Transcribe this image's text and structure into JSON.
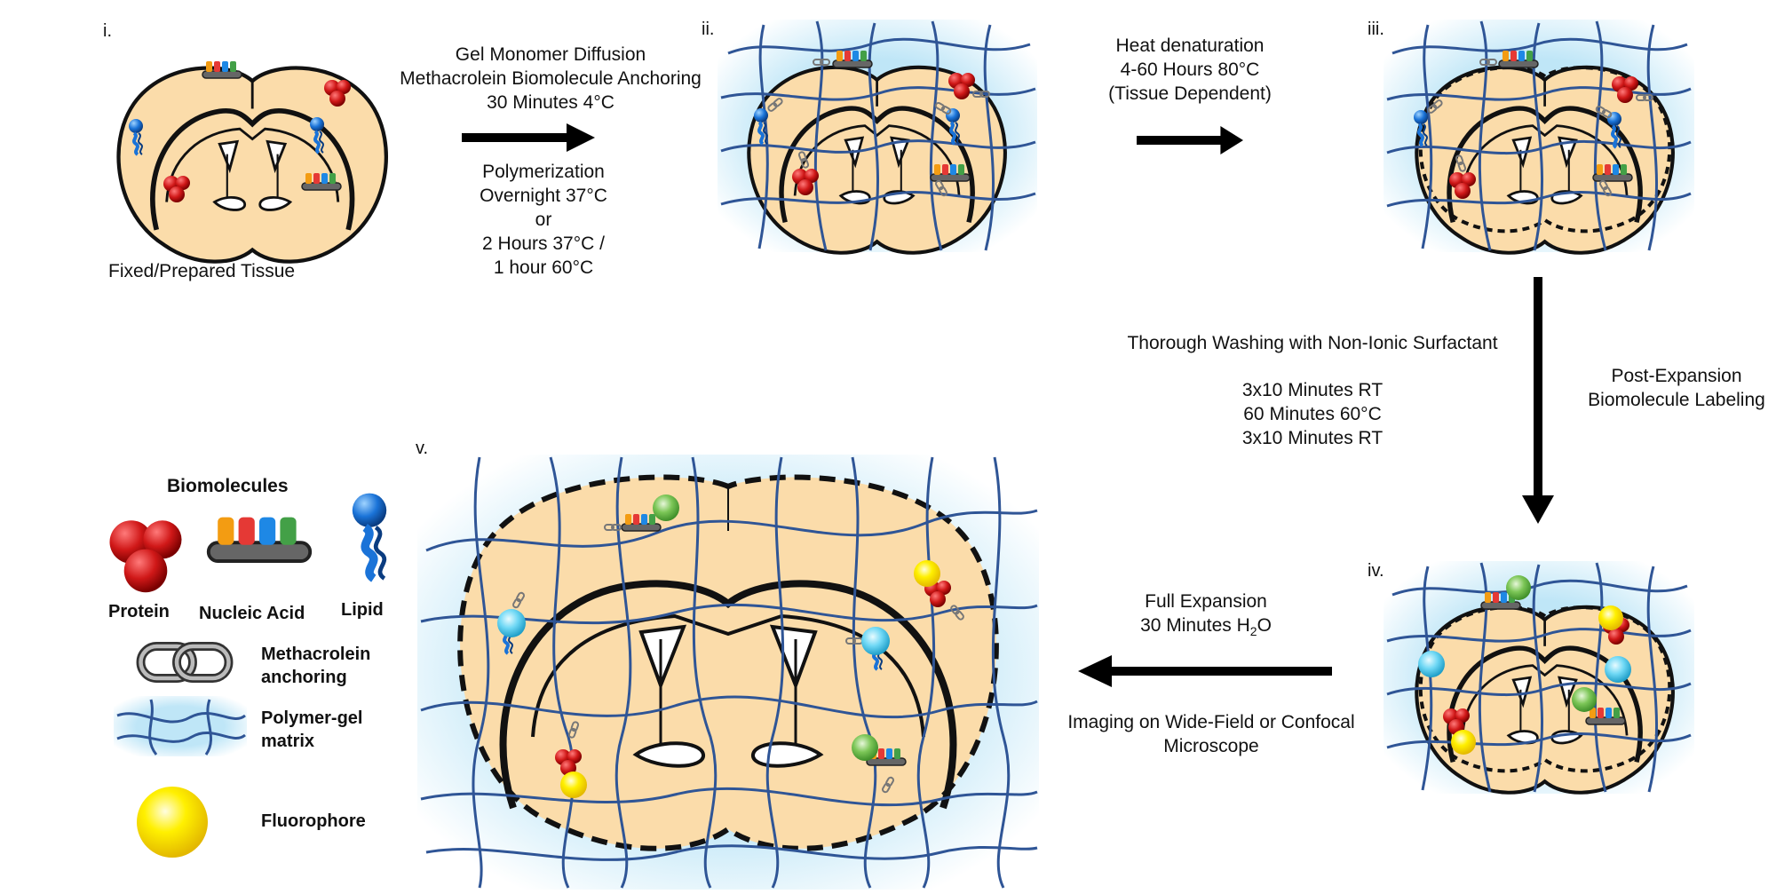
{
  "panels": {
    "i": "i.",
    "ii": "ii.",
    "iii": "iii.",
    "iv": "iv.",
    "v": "v."
  },
  "panel_i_caption": "Fixed/Prepared Tissue",
  "step1": {
    "top": [
      "Gel Monomer Diffusion",
      "Methacrolein Biomolecule Anchoring",
      "30 Minutes 4°C"
    ],
    "bottom": [
      "Polymerization",
      "Overnight 37°C",
      "or",
      "2 Hours 37°C /",
      "1 hour 60°C"
    ]
  },
  "step2": [
    "Heat denaturation",
    "4-60 Hours 80°C",
    "(Tissue Dependent)"
  ],
  "step3": {
    "title": "Thorough Washing with Non-Ionic Surfactant",
    "times": [
      "3x10 Minutes RT",
      "60 Minutes 60°C",
      "3x10 Minutes RT"
    ],
    "side": [
      "Post-Expansion",
      "Biomolecule Labeling"
    ]
  },
  "step4": {
    "top": [
      "Full Expansion",
      "30 Minutes H",
      "2",
      "O"
    ],
    "bottom": [
      "Imaging on Wide-Field or Confocal",
      "Microscope"
    ]
  },
  "legend": {
    "title": "Biomolecules",
    "protein": "Protein",
    "nucleic_acid": "Nucleic Acid",
    "lipid": "Lipid",
    "anchoring": [
      "Methacrolein",
      "anchoring"
    ],
    "matrix": [
      "Polymer-gel",
      "matrix"
    ],
    "fluorophore": "Fluorophore"
  },
  "colors": {
    "tissue": "#fbdcaa",
    "gel_glow": "#bfe6f7",
    "polymer_strand": "#2f5596",
    "protein": "#d01818",
    "lipid": "#1a73d8",
    "fluor_yellow": "#f5e000",
    "fluor_green": "#66bb44",
    "fluor_cyan": "#5fd0f0",
    "nucleotides": [
      "#f39c12",
      "#e53935",
      "#1e88e5",
      "#43a047"
    ]
  }
}
